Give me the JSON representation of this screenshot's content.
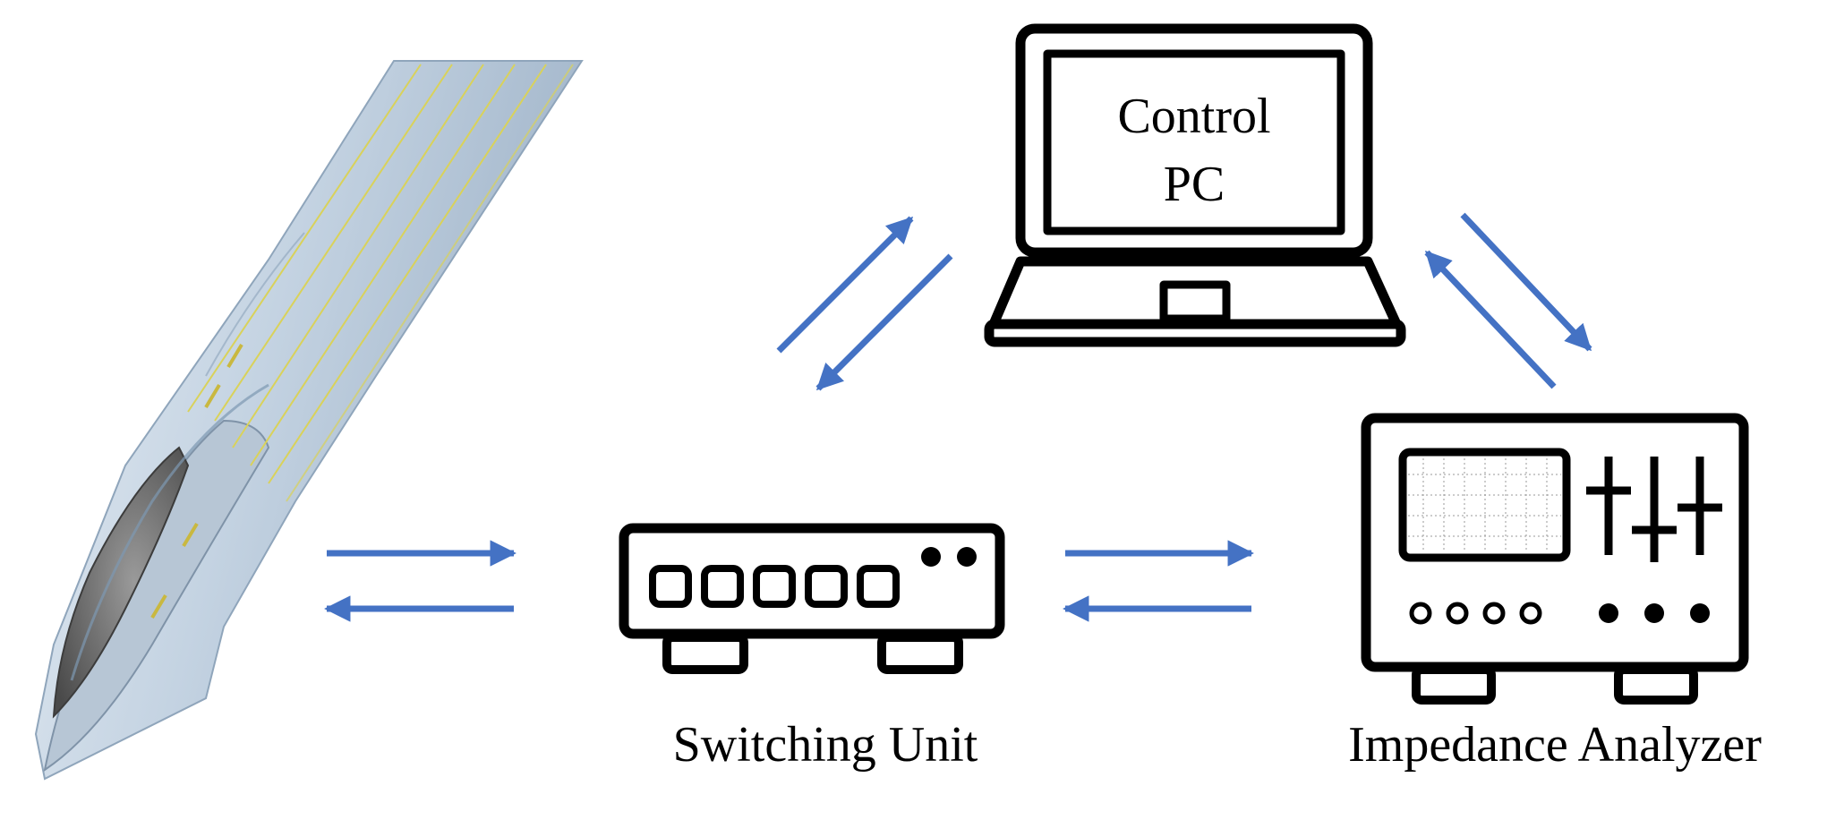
{
  "laptop": {
    "screen_line1": "Control",
    "screen_line2": "PC"
  },
  "switching_unit": {
    "label": "Switching Unit"
  },
  "impedance_analyzer": {
    "label": "Impedance Analyzer"
  },
  "colors": {
    "arrow": "#4472C4",
    "outline": "#000000",
    "needle_body": "#C8D6E4",
    "needle_lumen": "#6E6E6E",
    "needle_wire": "#D9D25A"
  },
  "icons": [
    "needle-probe-icon",
    "laptop-icon",
    "switch-box-icon",
    "oscilloscope-icon"
  ]
}
